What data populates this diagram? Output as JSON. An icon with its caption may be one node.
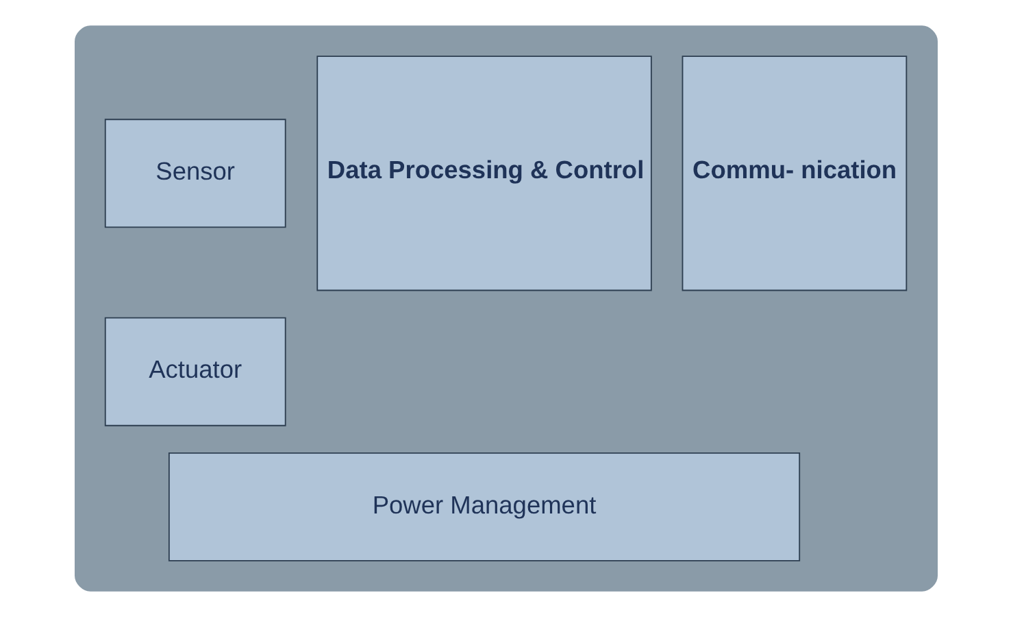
{
  "diagram": {
    "nodes": [
      {
        "text": [],
        "shape": "box"
      },
      {
        "text": [
          "Sensor"
        ],
        "in": 0
      },
      {
        "text": [
          "Actuator"
        ],
        "in": 0
      },
      {
        "text": [
          "Data Processing & Control"
        ],
        "in": 0
      },
      {
        "text": [
          "Commu- nication"
        ],
        "in": 0
      },
      {
        "text": [
          "Power Management"
        ],
        "in": 0
      }
    ],
    "edges": []
  }
}
